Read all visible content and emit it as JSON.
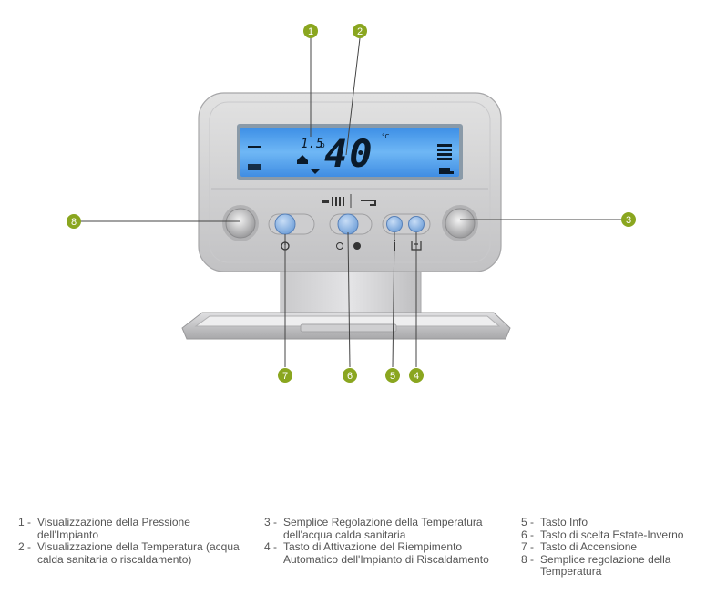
{
  "display": {
    "pressure": "1.5",
    "pressure_unit": "b",
    "temperature": "40",
    "temp_unit": "°C"
  },
  "callouts": [
    {
      "id": "callout-1",
      "label": "1"
    },
    {
      "id": "callout-2",
      "label": "2"
    },
    {
      "id": "callout-3",
      "label": "3"
    },
    {
      "id": "callout-4",
      "label": "4"
    },
    {
      "id": "callout-5",
      "label": "5"
    },
    {
      "id": "callout-6",
      "label": "6"
    },
    {
      "id": "callout-7",
      "label": "7"
    },
    {
      "id": "callout-8",
      "label": "8"
    }
  ],
  "legend": {
    "col1": [
      {
        "num": "1 -",
        "text": "Visualizzazione della Pressione dell'Impianto"
      },
      {
        "num": "2 -",
        "text": "Visualizzazione della Temperatura (acqua calda sanitaria o riscaldamento)"
      }
    ],
    "col2": [
      {
        "num": "3 -",
        "text": "Semplice Regolazione della Temperatura dell'acqua calda sanitaria"
      },
      {
        "num": "4 -",
        "text": "Tasto di Attivazione del Riempimento Automatico dell'Impianto di Riscaldamento"
      }
    ],
    "col3": [
      {
        "num": "5 -",
        "text": "Tasto Info"
      },
      {
        "num": "6 -",
        "text": "Tasto di scelta Estate-Inverno"
      },
      {
        "num": "7 -",
        "text": "Tasto di Accensione"
      },
      {
        "num": "8 -",
        "text": "Semplice regolazione della Temperatura"
      }
    ]
  },
  "colors": {
    "badge": "#8aa61f",
    "lcd": "#5aa8f0",
    "body": "#d8d8d8",
    "button": "#8ab4e6"
  },
  "icons": [
    "power-icon",
    "summer-winter-icon",
    "info-icon",
    "fill-icon",
    "tap-icon",
    "radiator-icon"
  ]
}
